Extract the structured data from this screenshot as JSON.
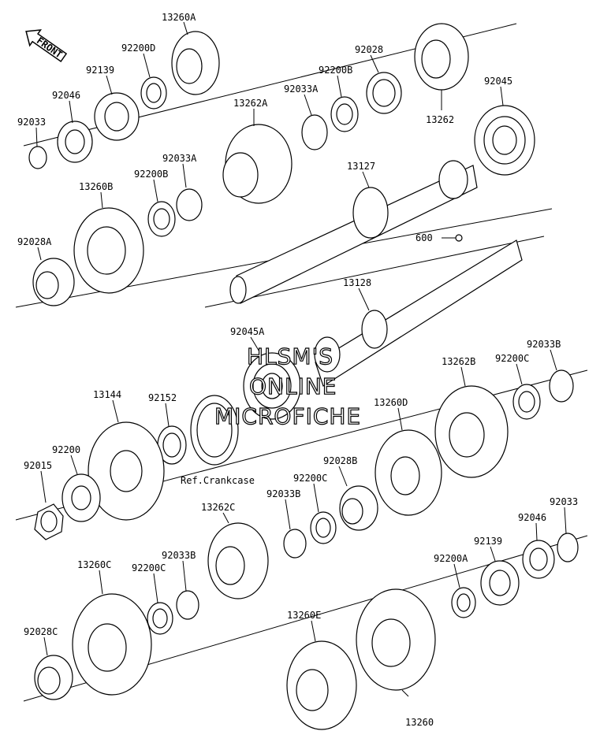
{
  "front_arrow": "FRONT",
  "ref_label": "Ref.Crankcase",
  "watermark": [
    "HLSM'S",
    "ONLINE",
    "MICROFICHE"
  ],
  "callout_600": "600",
  "labels": {
    "p13260A": "13260A",
    "p92200D": "92200D",
    "p92139_top": "92139",
    "p92046_top": "92046",
    "p92033_top": "92033",
    "p13262A": "13262A",
    "p92033A_a": "92033A",
    "p92200B_a": "92200B",
    "p92028": "92028",
    "p13262": "13262",
    "p92045": "92045",
    "p92033A_b": "92033A",
    "p92200B_b": "92200B",
    "p13260B": "13260B",
    "p92028A": "92028A",
    "p13127": "13127",
    "p13128": "13128",
    "p92045A": "92045A",
    "p92033B_a": "92033B",
    "p92200C_a": "92200C",
    "p13262B": "13262B",
    "p13144": "13144",
    "p92152": "92152",
    "p13260D": "13260D",
    "p92200": "92200",
    "p92015": "92015",
    "p92028B": "92028B",
    "p92200C_b": "92200C",
    "p92033B_b": "92033B",
    "p13262C": "13262C",
    "p92033": "92033",
    "p92046_bot": "92046",
    "p92139_bot": "92139",
    "p92200A": "92200A",
    "p13260C": "13260C",
    "p92200C_c": "92200C",
    "p92033B_c": "92033B",
    "p92028C": "92028C",
    "p13260E": "13260E",
    "p13260": "13260"
  }
}
